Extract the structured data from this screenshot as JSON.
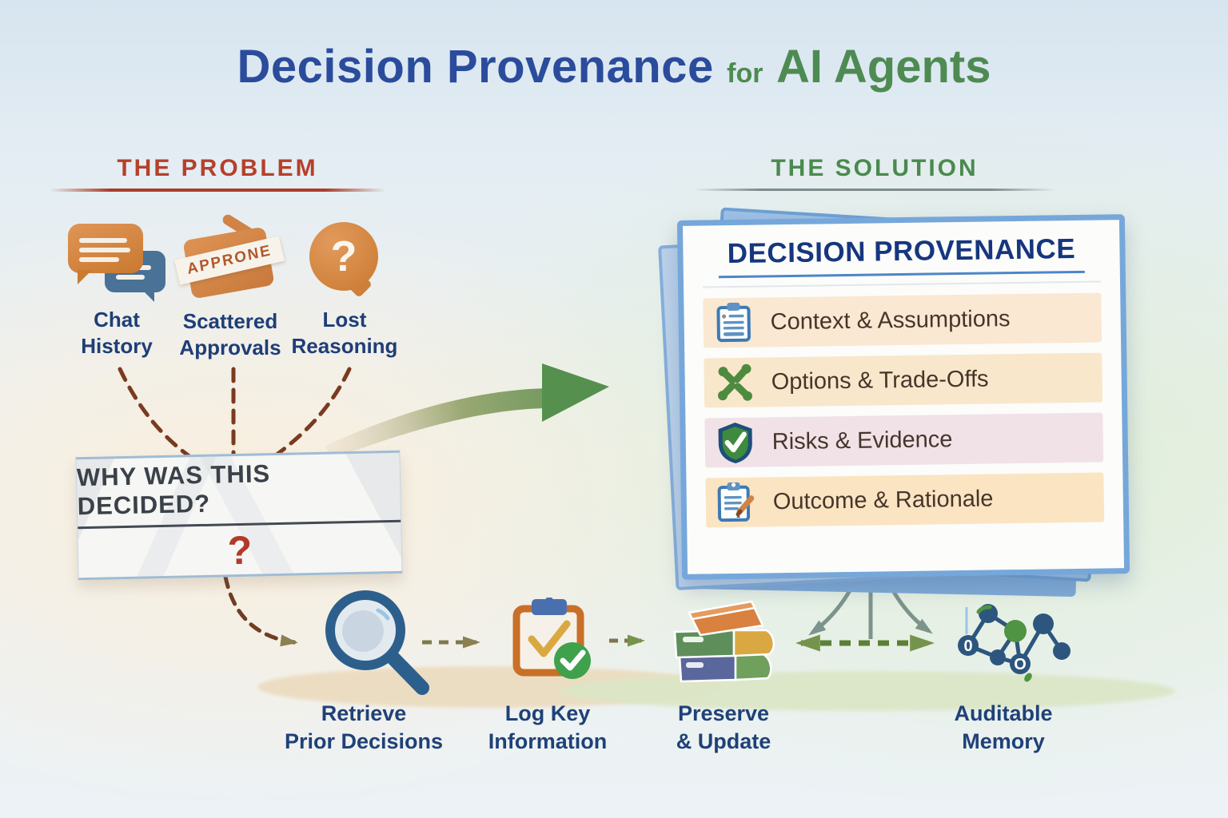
{
  "title": {
    "part1": "Decision Provenance",
    "part2": "for",
    "part3": "AI Agents"
  },
  "problem": {
    "heading": "THE PROBLEM",
    "items": [
      {
        "icon": "chat-bubbles-icon",
        "lines": [
          "Chat",
          "History"
        ]
      },
      {
        "icon": "approval-stamp-icon",
        "stamp_text": "APPRONE",
        "lines": [
          "Scattered",
          "Approvals"
        ]
      },
      {
        "icon": "question-bubble-icon",
        "question_glyph": "?",
        "lines": [
          "Lost",
          "Reasoning"
        ]
      }
    ],
    "note": {
      "question": "WHY WAS THIS DECIDED?",
      "question_mark": "?"
    }
  },
  "solution": {
    "heading": "THE SOLUTION",
    "card": {
      "title": "DECISION PROVENANCE",
      "rows": [
        {
          "icon": "clipboard-icon",
          "label": "Context & Assumptions"
        },
        {
          "icon": "trade-offs-icon",
          "label": "Options & Trade-Offs"
        },
        {
          "icon": "shield-check-icon",
          "label": "Risks & Evidence"
        },
        {
          "icon": "clipboard-pencil-icon",
          "label": "Outcome & Rationale"
        }
      ]
    }
  },
  "flow": {
    "steps": [
      {
        "icon": "magnifier-icon",
        "lines": [
          "Retrieve",
          "Prior Decisions"
        ]
      },
      {
        "icon": "clipboard-check-icon",
        "lines": [
          "Log Key",
          "Information"
        ]
      },
      {
        "icon": "books-stack-icon",
        "lines": [
          "Preserve",
          "& Update"
        ]
      },
      {
        "icon": "memory-graph-icon",
        "lines": [
          "Auditable",
          "Memory"
        ]
      }
    ]
  },
  "colors": {
    "title_blue": "#2B4C9C",
    "title_green": "#4E8B52",
    "problem_red": "#B5402B",
    "solution_green": "#4A8A4E",
    "label_navy": "#1E3E78",
    "card_border_blue": "#76A7DA",
    "card_title_navy": "#16367F",
    "row_text_brown": "#46352A",
    "accent_orange": "#D98A4C",
    "arrow_green": "#5E9355",
    "dashed_brown": "#7A3A22"
  }
}
